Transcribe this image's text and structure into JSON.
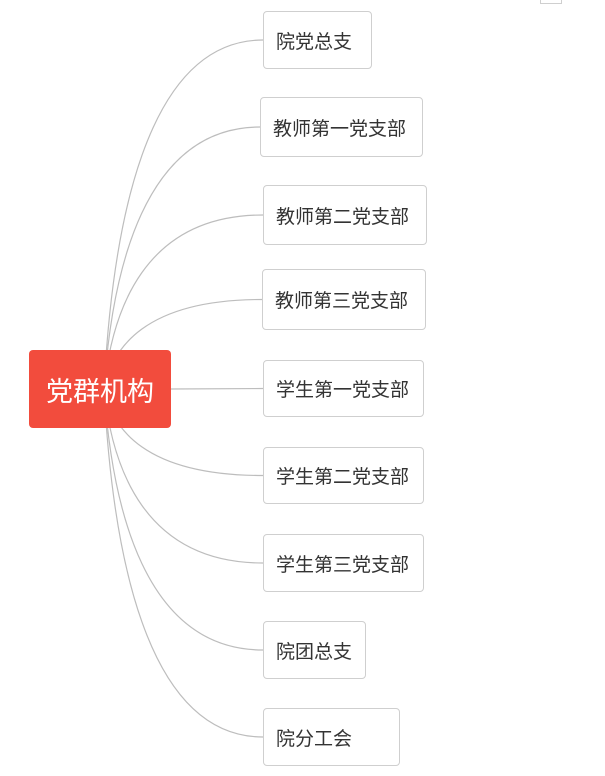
{
  "mindmap": {
    "root": {
      "label": "党群机构",
      "color": "#f24c3d"
    },
    "children": [
      {
        "label": "院党总支"
      },
      {
        "label": "教师第一党支部"
      },
      {
        "label": "教师第二党支部"
      },
      {
        "label": "教师第三党支部"
      },
      {
        "label": "学生第一党支部"
      },
      {
        "label": "学生第二党支部"
      },
      {
        "label": "学生第三党支部"
      },
      {
        "label": "院团总支"
      },
      {
        "label": "院分工会"
      }
    ],
    "connector_color": "#bdbdbd"
  }
}
